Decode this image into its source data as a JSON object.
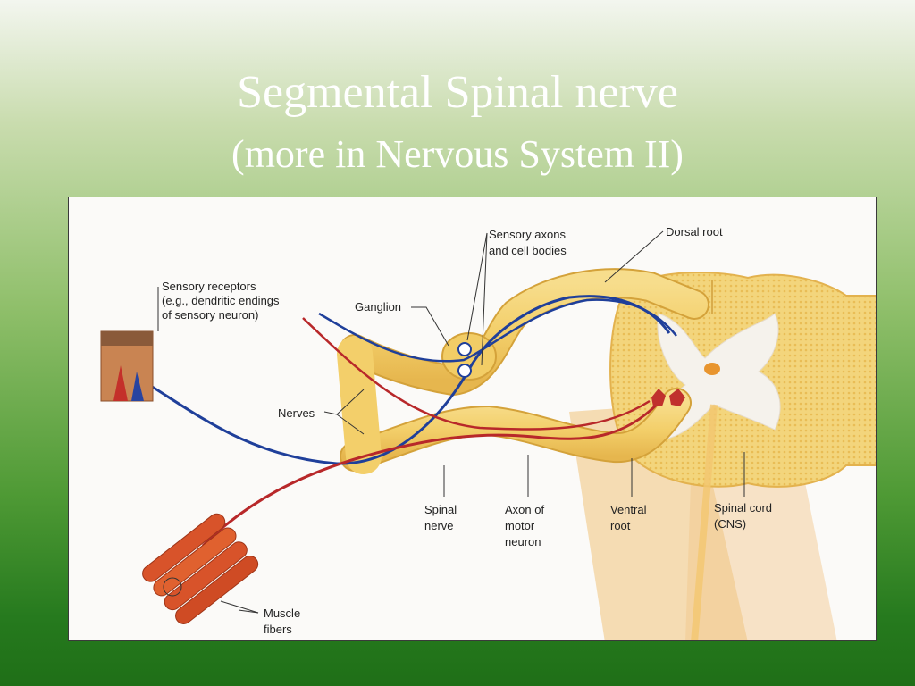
{
  "slide": {
    "title": "Segmental Spinal nerve",
    "subtitle": "(more in Nervous System II)"
  },
  "diagram": {
    "labels": {
      "sensory_receptors": [
        "Sensory receptors",
        "(e.g., dendritic endings",
        "of sensory neuron)"
      ],
      "ganglion": "Ganglion",
      "sensory_axons": [
        "Sensory axons",
        "and cell bodies"
      ],
      "dorsal_root": "Dorsal root",
      "nerves": "Nerves",
      "spinal_nerve": [
        "Spinal",
        "nerve"
      ],
      "axon_motor": [
        "Axon of",
        "motor",
        "neuron"
      ],
      "ventral_root": [
        "Ventral",
        "root"
      ],
      "spinal_cord": [
        "Spinal cord",
        "(CNS)"
      ],
      "muscle_fibers": [
        "Muscle",
        "fibers"
      ]
    },
    "colors": {
      "nerve_fill": "#f3cf6a",
      "nerve_stroke": "#d4a23a",
      "sensory_axon": "#1f3f9a",
      "motor_axon": "#b8282a",
      "gray_matter": "#f4f1ea",
      "muscle": "#d8532a"
    }
  }
}
